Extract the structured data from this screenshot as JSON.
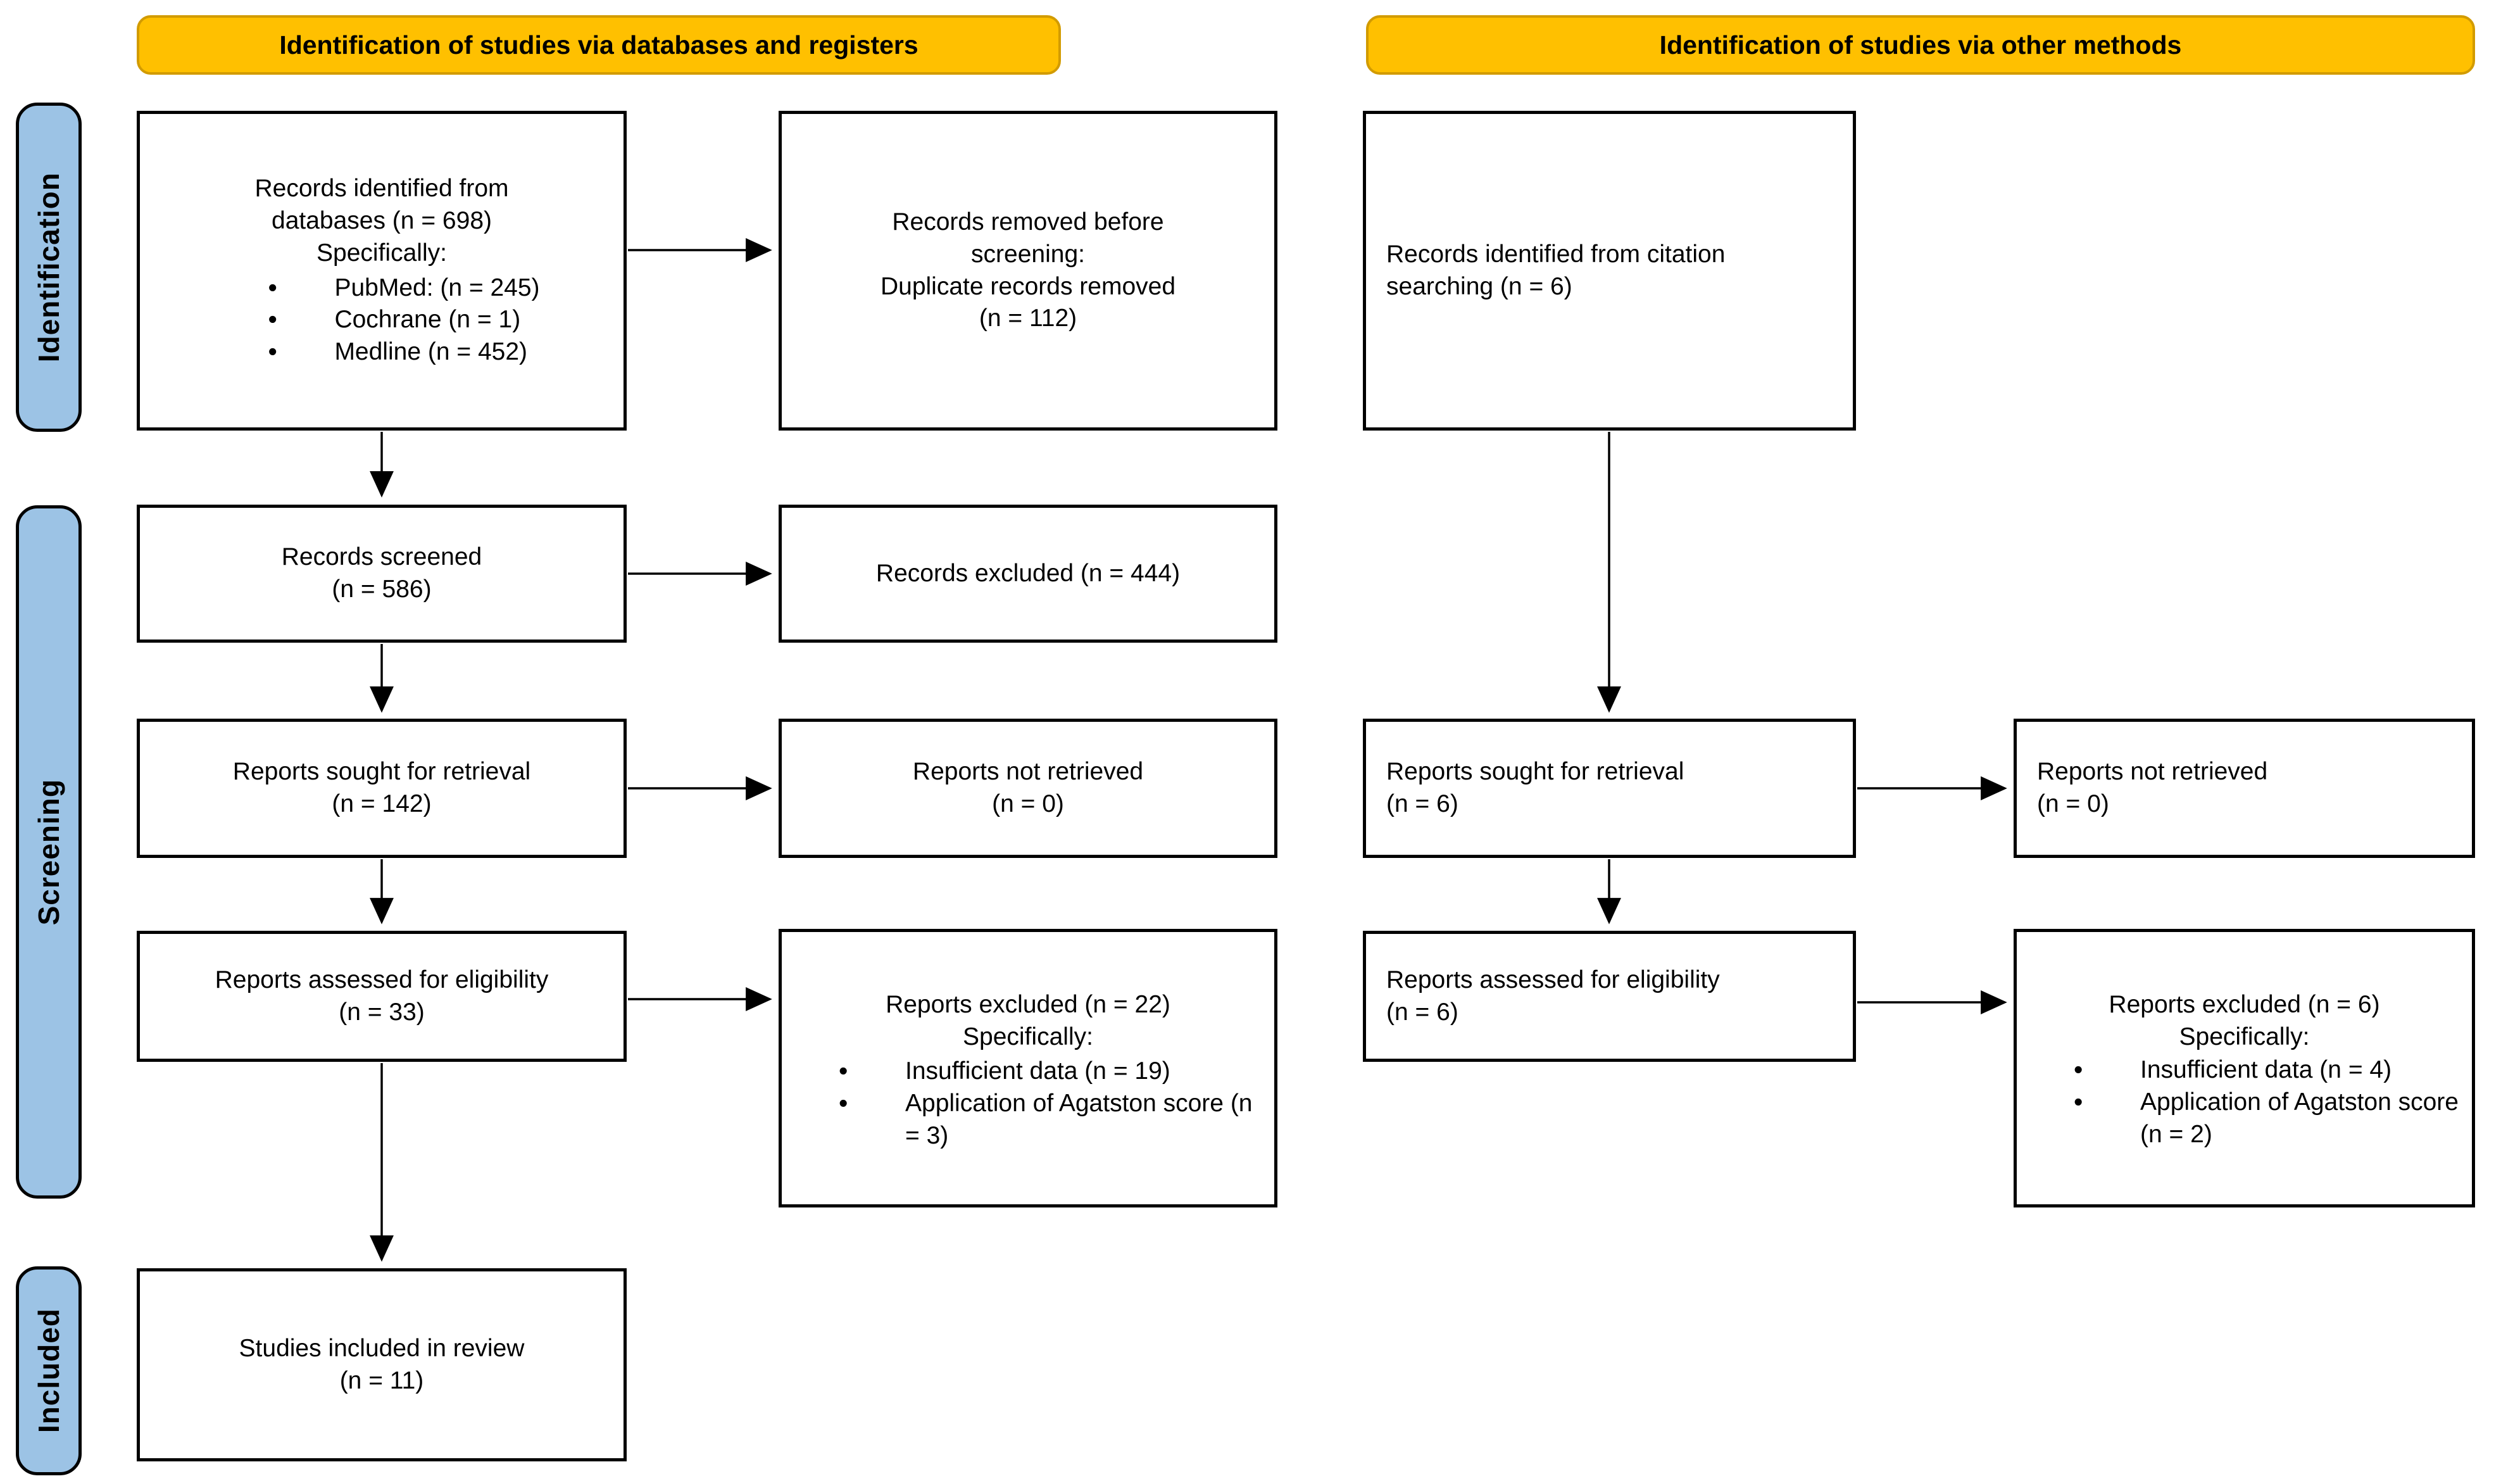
{
  "title_banners": {
    "databases": "Identification of studies via databases and registers",
    "other_methods": "Identification of studies via other methods"
  },
  "stage_labels": {
    "identification": "Identification",
    "screening": "Screening",
    "included": "Included"
  },
  "colors": {
    "banner_fill": "#FFC000",
    "banner_border": "#D29B00",
    "stage_label_fill": "#9CC3E5",
    "box_border": "#000000",
    "background": "#FFFFFF"
  },
  "columns": {
    "databases": {
      "identified": {
        "text": "Records identified from\ndatabases (n = 698)\nSpecifically:",
        "bullets": [
          "PubMed: (n = 245)",
          "Cochrane (n = 1)",
          "Medline (n = 452)"
        ]
      },
      "removed_before_screening": {
        "text": "Records removed before\nscreening:\nDuplicate records removed\n(n = 112)"
      },
      "records_screened": {
        "text": "Records screened\n(n = 586)"
      },
      "records_excluded": {
        "text": "Records excluded (n = 444)"
      },
      "reports_sought": {
        "text": "Reports sought for retrieval\n(n = 142)"
      },
      "reports_not_retrieved": {
        "text": "Reports not retrieved\n(n = 0)"
      },
      "reports_assessed": {
        "text": "Reports assessed for eligibility\n(n = 33)"
      },
      "reports_excluded": {
        "text": "Reports excluded (n = 22)\nSpecifically:",
        "bullets": [
          "Insufficient data (n = 19)",
          "Application of Agatston score (n = 3)"
        ]
      },
      "studies_included": {
        "text": "Studies included in review\n(n = 11)"
      }
    },
    "other_methods": {
      "citation_identified": {
        "text": "Records identified from citation\nsearching (n = 6)"
      },
      "reports_sought": {
        "text": "Reports sought for retrieval\n(n = 6)"
      },
      "reports_not_retrieved": {
        "text": "Reports not retrieved\n(n = 0)"
      },
      "reports_assessed": {
        "text": "Reports assessed for eligibility\n(n = 6)"
      },
      "reports_excluded": {
        "text": "Reports excluded (n = 6)\nSpecifically:",
        "bullets": [
          "Insufficient data (n = 4)",
          "Application of Agatston score (n = 2)"
        ]
      }
    }
  }
}
